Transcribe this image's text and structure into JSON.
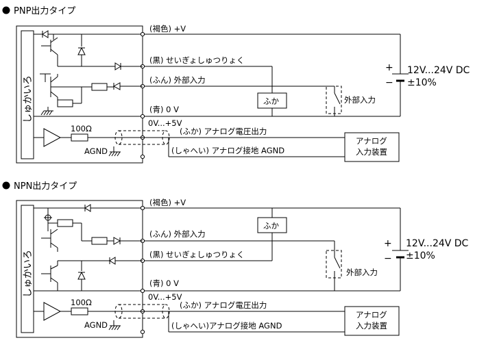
{
  "pnp": {
    "title": "PNP出力タイプ",
    "circuit": "しゅかいろ",
    "w_brown": "(褐色) +V",
    "w_black": "(黒) せいぎょしゅつりょく",
    "w_ext": "(ふん) 外部入力",
    "w_blue": "(青) 0 V",
    "range": "0V...+5V",
    "w_analog": "(ふか) アナログ電圧出力",
    "w_agnd": "(しゃへい) アナログ接地 AGND",
    "resistor": "100Ω",
    "agnd": "AGND",
    "load": "ふか",
    "ext": "外部入力",
    "supply_v": "12V...24V DC",
    "supply_tol": "±10%",
    "plus": "+",
    "minus": "−",
    "dev_l1": "アナログ",
    "dev_l2": "入力装置"
  },
  "npn": {
    "title": "NPN出力タイプ",
    "circuit": "しゅかいろ",
    "w_brown": "(褐色) +V",
    "w_ext": "(ふん) 外部入力",
    "w_black": "(黒) せいぎょしゅつりょく",
    "w_blue": "(青) 0 V",
    "range": "0V...+5V",
    "w_analog": "(ふか) アナログ電圧出力",
    "w_agnd": "(しゃへい)アナログ接地 AGND",
    "resistor": "100Ω",
    "agnd": "AGND",
    "load": "ふか",
    "ext": "外部入力",
    "supply_v": "12V...24V DC",
    "supply_tol": "±10%",
    "plus": "+",
    "minus": "−",
    "dev_l1": "アナログ",
    "dev_l2": "入力装置"
  }
}
